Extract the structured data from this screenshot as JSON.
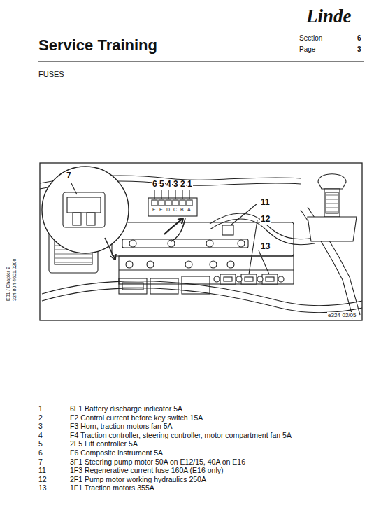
{
  "diagram": {
    "title": "Service Training",
    "labels": [
      "Linde",
      "Section",
      "6",
      "Page",
      "3",
      "FUSES",
      "E01 / Chapter 2",
      "324 804 4601.0200",
      "7",
      "6",
      "5",
      "4",
      "3",
      "2",
      "1",
      "F",
      "E",
      "D",
      "C",
      "B",
      "A",
      "11",
      "12",
      "13",
      "e324-02/05",
      "1",
      "6F1 Battery discharge indicator 5A",
      "2",
      "F2 Control current before key switch 15A",
      "3",
      "F3 Horn, traction motors fan  5A",
      "4",
      "F4 Traction controller, steering controller, motor compartment fan 5A",
      "5",
      "2F5 Lift controller 5A",
      "6",
      "F6 Composite instrument 5A",
      "7",
      "3F1 Steering pump motor 50A on E12/15, 40A on E16",
      "11",
      "1F3 Regenerative current fuse 160A (E16 only)",
      "12",
      "2F1 Pump motor working hydraulics 250A",
      "13",
      "1F1 Traction motors 355A"
    ]
  }
}
